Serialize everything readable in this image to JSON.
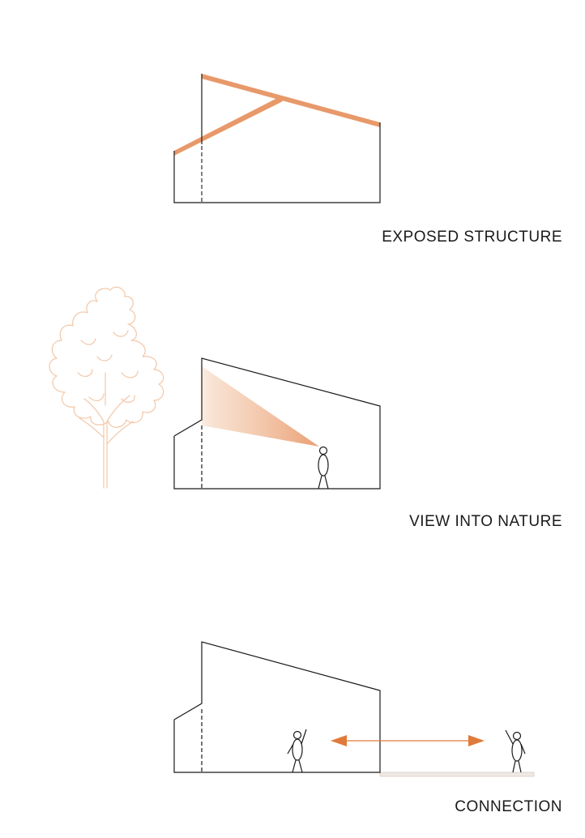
{
  "captions": {
    "exposed_structure": "EXPOSED STRUCTURE",
    "view_into_nature": "VIEW INTO NATURE",
    "connection": "CONNECTION"
  },
  "colors": {
    "accent": "#E8996A",
    "arrow": "#E07A3A",
    "line": "#1a1a1a",
    "tree": "#F2C7A8",
    "deck": "#EFE8E4"
  },
  "icons": [
    "tree-icon",
    "person-icon",
    "double-arrow-icon"
  ]
}
